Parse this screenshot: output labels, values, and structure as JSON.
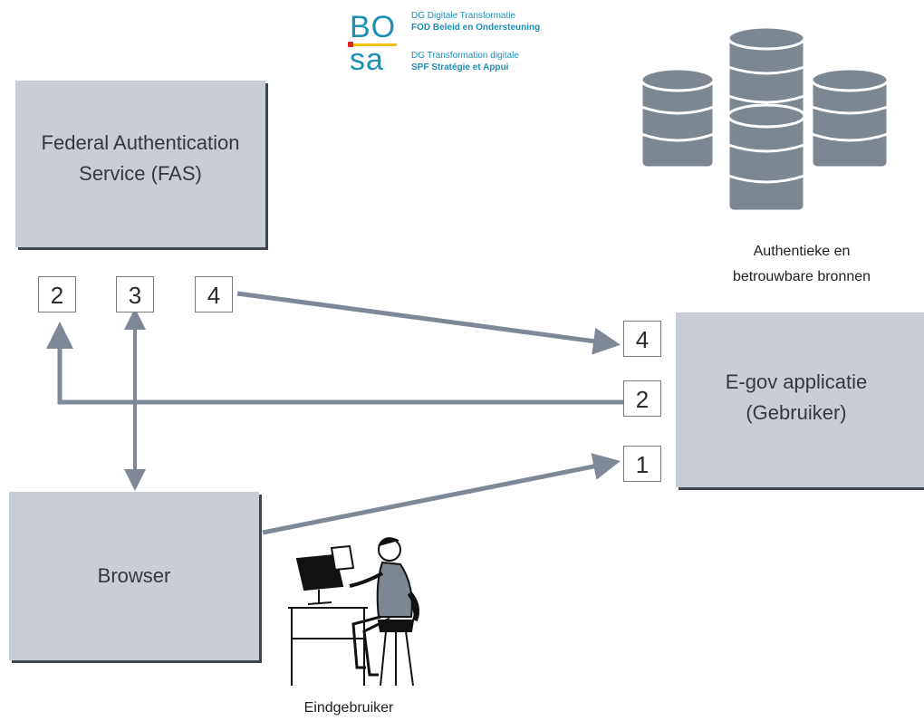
{
  "logo": {
    "mark_top": "BO",
    "mark_bottom": "sa",
    "line1": "DG Digitale Transformatie",
    "line2": "FOD Beleid en Ondersteuning",
    "line3": "DG Transformation digitale",
    "line4": "SPF Stratégie et Appui",
    "brand_color": "#1d8fb5",
    "accent_color": "#f2c200"
  },
  "nodes": {
    "fas": {
      "label": "Federal Authentication\nService (FAS)"
    },
    "browser": {
      "label": "Browser"
    },
    "egov": {
      "label": "E-gov applicatie\n(Gebruiker)"
    }
  },
  "steps": {
    "fas": [
      "2",
      "3",
      "4"
    ],
    "egov": [
      "4",
      "2",
      "1"
    ]
  },
  "sources": {
    "label": "Authentieke en\nbetrouwbare bronnen",
    "icon": "database-stack-icon"
  },
  "end_user": {
    "label": "Eindgebruiker",
    "icon": "user-at-computer-icon"
  },
  "colors": {
    "box_fill": "#c9ced6",
    "box_shadow": "#3f4650",
    "arrow": "#7e8896"
  }
}
